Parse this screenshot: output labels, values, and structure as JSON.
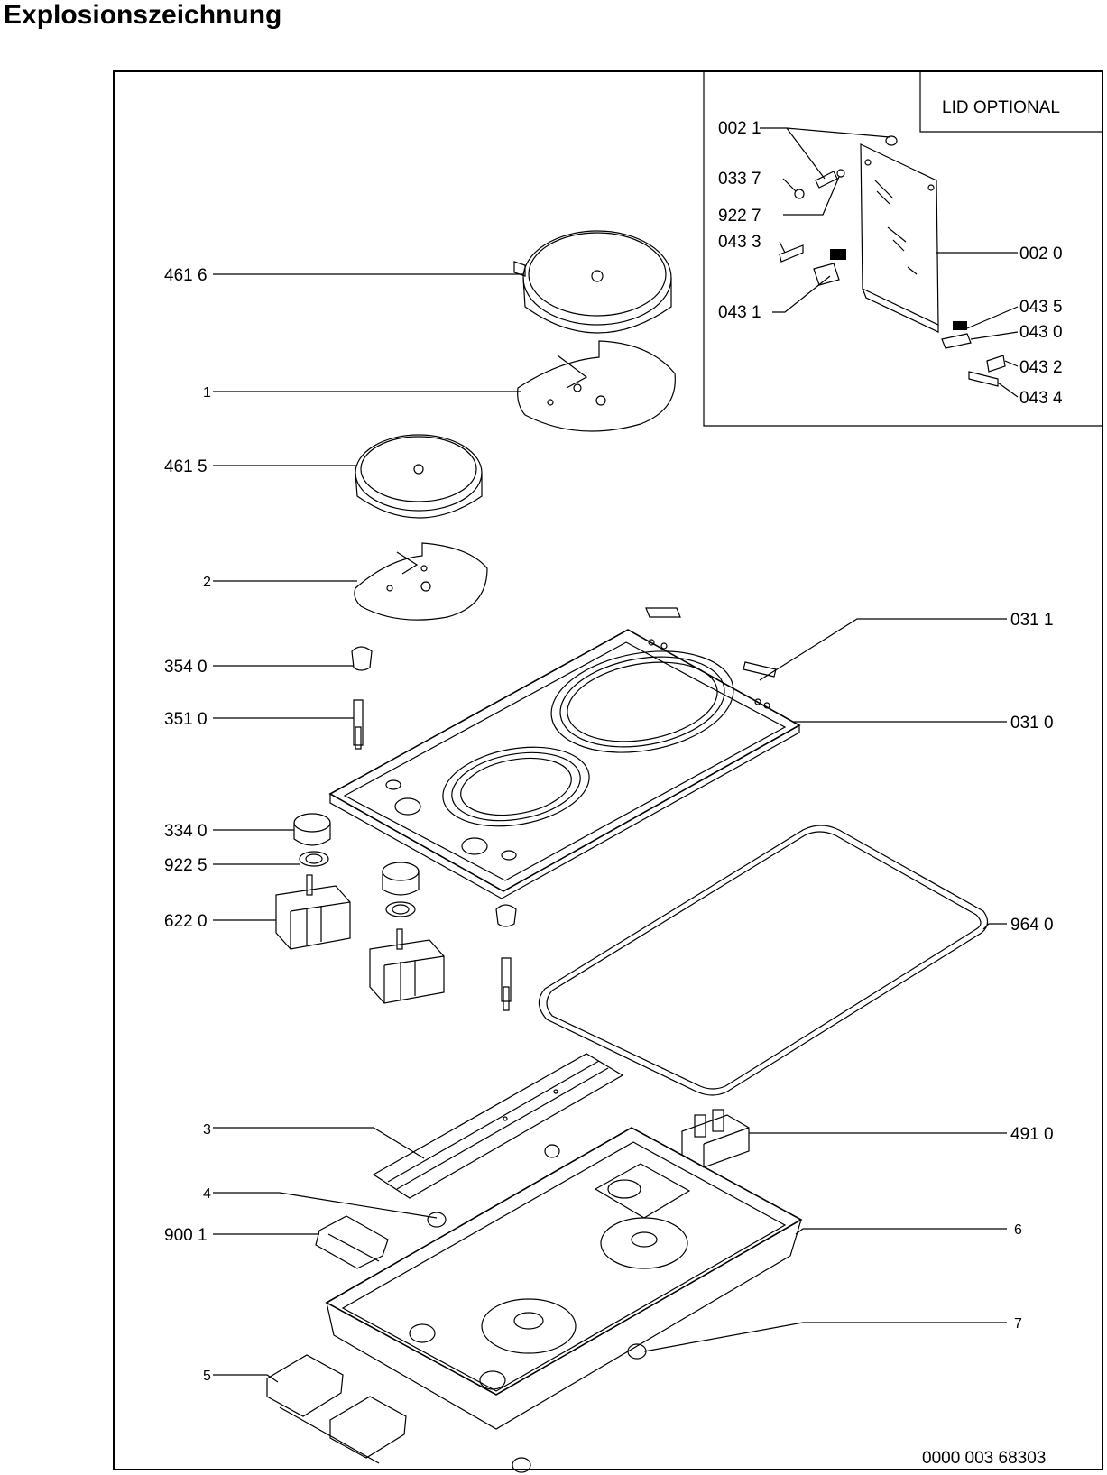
{
  "title": "Explosionszeichnung",
  "lid_box_title": "LID OPTIONAL",
  "drawing_number": "0000 003 68303",
  "labels": {
    "l4616": "461 6",
    "l1": "1",
    "l4615": "461 5",
    "l2": "2",
    "l3540": "354 0",
    "l3510": "351 0",
    "l3340": "334 0",
    "l9225": "922 5",
    "l6220": "622 0",
    "l3": "3",
    "l4": "4",
    "l9001": "900 1",
    "l5": "5",
    "l0311": "031 1",
    "l0310": "031 0",
    "l9640": "964 0",
    "l4910": "491 0",
    "l6": "6",
    "l7": "7",
    "l0021": "002 1",
    "l0337": "033 7",
    "l9227": "922 7",
    "l0433": "043 3",
    "l0431": "043 1",
    "l0020": "002 0",
    "l0435": "043 5",
    "l0430": "043 0",
    "l0432": "043 2",
    "l0434": "043 4"
  }
}
